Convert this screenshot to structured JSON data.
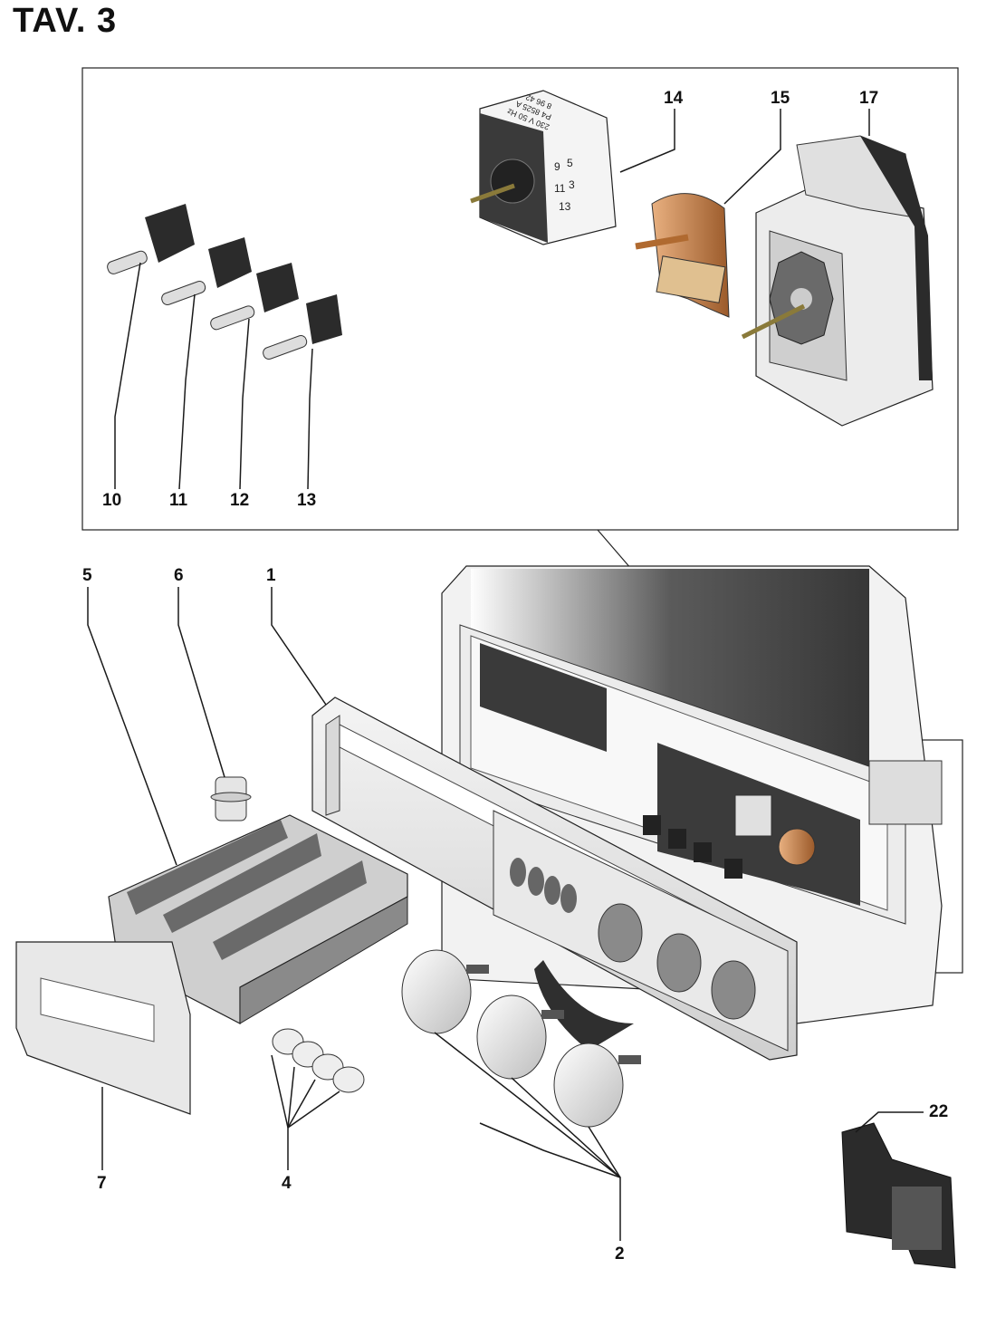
{
  "title": "TAV. 3",
  "callouts": {
    "c1": "1",
    "c2": "2",
    "c4": "4",
    "c5": "5",
    "c6": "6",
    "c7": "7",
    "c10": "10",
    "c11": "11",
    "c12": "12",
    "c13": "13",
    "c14": "14",
    "c15": "15",
    "c17": "17",
    "c22": "22"
  },
  "selector_switch": {
    "rating_lines": [
      "230 V  50 Hz",
      "P4  8525  A",
      "8  96  42"
    ],
    "terminals": [
      "9",
      "5",
      "11",
      "3",
      "13"
    ]
  },
  "colors": {
    "line": "#1a1a1a",
    "dark_part": "#2b2b2b",
    "grey_part": "#9a9a9a",
    "light_part": "#e6e6e6",
    "bronze": "#c8864e",
    "shadow": "#3a3a3a"
  }
}
